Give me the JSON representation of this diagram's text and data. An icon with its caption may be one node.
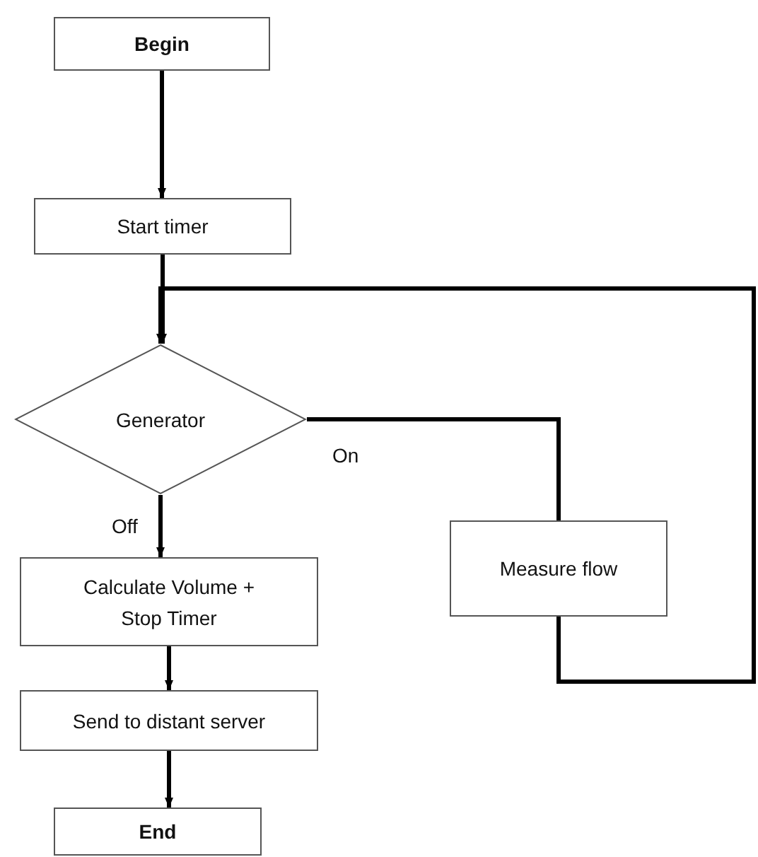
{
  "diagram": {
    "nodes": [
      {
        "text": [
          "Begin"
        ]
      },
      {
        "text": [
          "Start timer"
        ]
      },
      {
        "text": [
          "Generator"
        ]
      },
      {
        "text": [
          "Measure flow"
        ]
      },
      {
        "text": [
          "Calculate Volume + Stop Timer"
        ]
      },
      {
        "text": [
          "Send to distant server"
        ]
      },
      {
        "text": [
          "End"
        ]
      }
    ],
    "edges": [
      {
        "from": 0,
        "to": 1,
        "arrow": "to"
      },
      {
        "from": 1,
        "to": 2,
        "arrow": "to"
      },
      {
        "from": 2,
        "to": 4,
        "arrow": "to",
        "label": "Off"
      },
      {
        "from": 2,
        "to": 3,
        "arrow": "none",
        "label": "On"
      },
      {
        "from": 3,
        "to": 2,
        "arrow": "to"
      },
      {
        "from": 4,
        "to": 5,
        "arrow": "to"
      },
      {
        "from": 5,
        "to": 6,
        "arrow": "to"
      }
    ]
  }
}
